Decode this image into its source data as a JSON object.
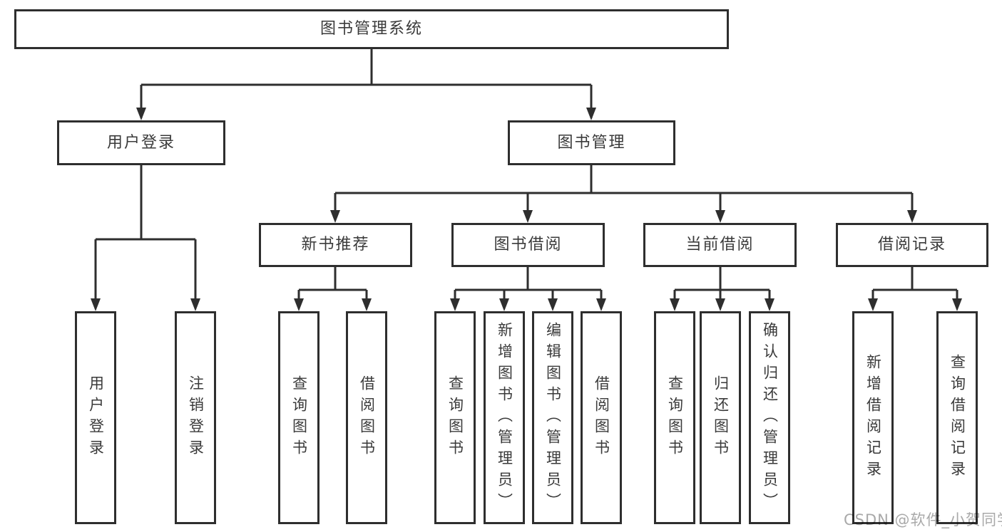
{
  "diagram": {
    "root": {
      "label": "图书管理系统"
    },
    "level2": [
      {
        "label": "用户登录"
      },
      {
        "label": "图书管理"
      }
    ],
    "level3": [
      {
        "label": "新书推荐"
      },
      {
        "label": "图书借阅"
      },
      {
        "label": "当前借阅"
      },
      {
        "label": "借阅记录"
      }
    ],
    "leaves": [
      {
        "parent": "用户登录",
        "label": "用户登录"
      },
      {
        "parent": "用户登录",
        "label": "注销登录"
      },
      {
        "parent": "新书推荐",
        "label": "查询图书"
      },
      {
        "parent": "新书推荐",
        "label": "借阅图书"
      },
      {
        "parent": "图书借阅",
        "label": "查询图书"
      },
      {
        "parent": "图书借阅",
        "label": "新增图书（管理员）"
      },
      {
        "parent": "图书借阅",
        "label": "编辑图书（管理员）"
      },
      {
        "parent": "图书借阅",
        "label": "借阅图书"
      },
      {
        "parent": "当前借阅",
        "label": "查询图书"
      },
      {
        "parent": "当前借阅",
        "label": "归还图书"
      },
      {
        "parent": "当前借阅",
        "label": "确认归还（管理员）"
      },
      {
        "parent": "借阅记录",
        "label": "新增借阅记录"
      },
      {
        "parent": "借阅记录",
        "label": "查询借阅记录"
      }
    ],
    "watermark": "CSDN @软件_小贺同学",
    "colors": {
      "line": "#2e2e2e",
      "text": "#3a3a3a",
      "watermark": "#a9a9a9",
      "background": "#ffffff"
    }
  }
}
